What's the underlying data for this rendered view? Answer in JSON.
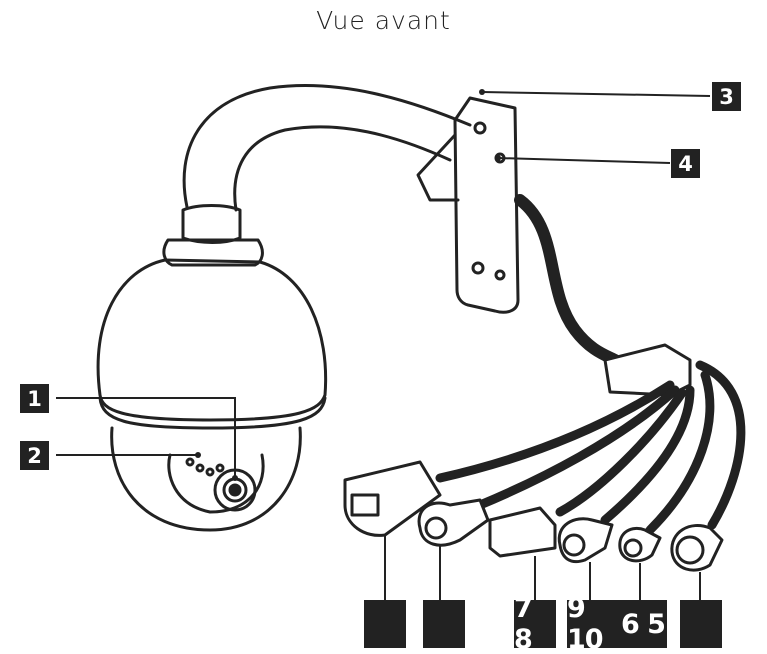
{
  "title": "Vue avant",
  "callouts": {
    "c1": "1",
    "c2": "2",
    "c3": "3",
    "c4": "4",
    "c_bottom_1": "",
    "c_bottom_2": "",
    "c_bottom_3": "7 8",
    "c_bottom_4": "9 10",
    "c_bottom_5": "6 5",
    "c_bottom_6": ""
  },
  "colors": {
    "ink": "#222222",
    "background": "#ffffff"
  }
}
